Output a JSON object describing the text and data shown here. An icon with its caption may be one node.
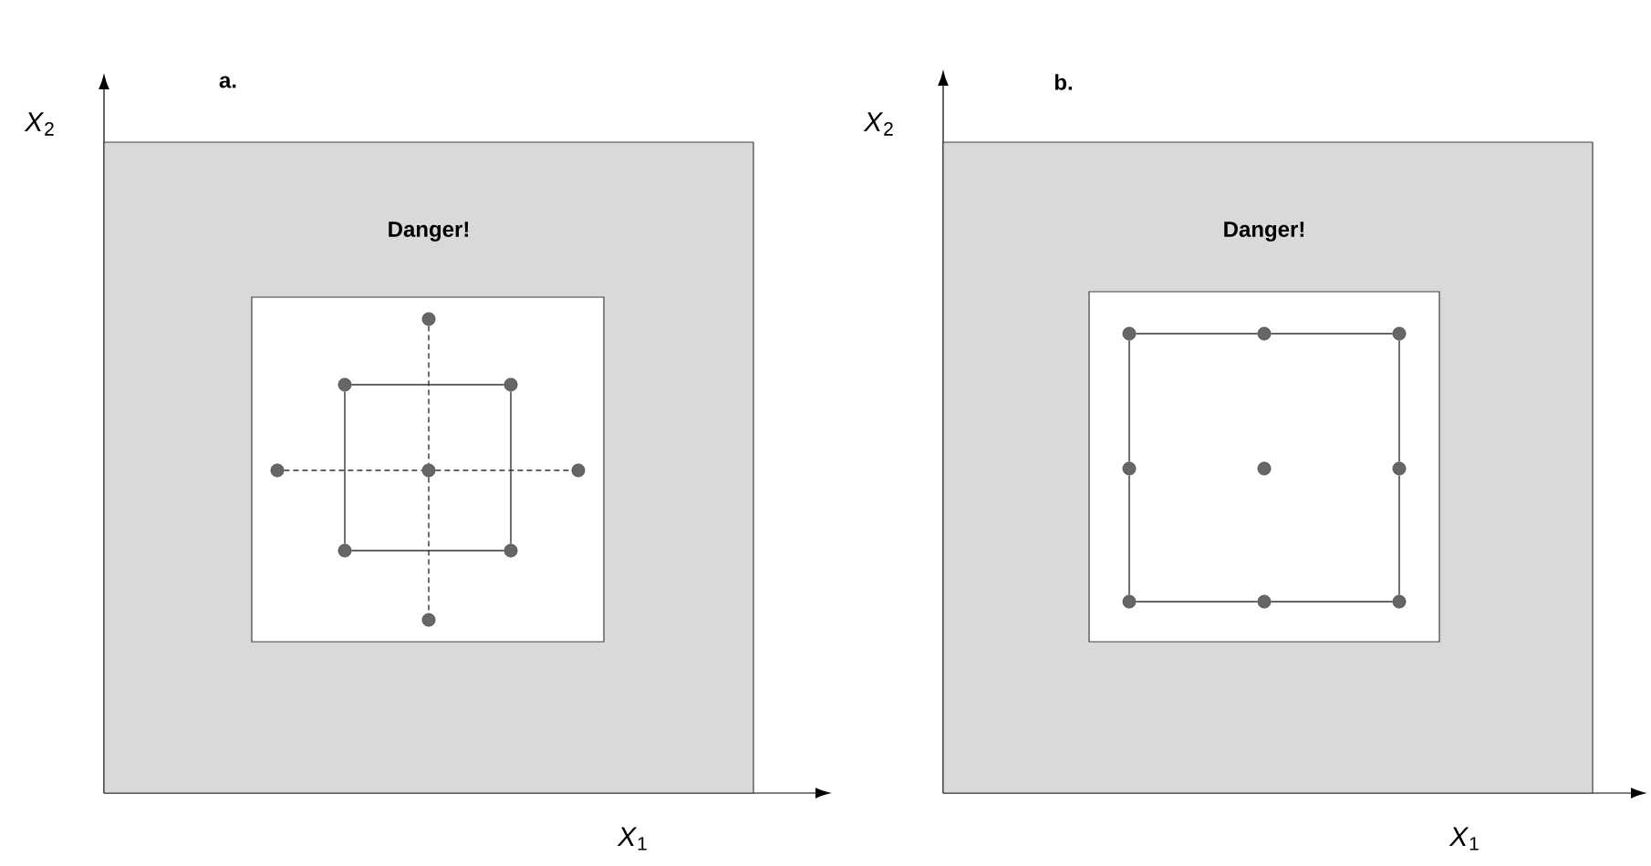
{
  "diagram": {
    "nodes": [
      {
        "text": [
          "Danger!"
        ]
      },
      {
        "text": [],
        "shape": "box",
        "in": 0
      },
      {
        "text": [],
        "shape": "circle",
        "in": 1
      },
      {
        "text": [],
        "shape": "circle",
        "in": 1
      },
      {
        "text": [],
        "shape": "circle",
        "in": 1
      },
      {
        "text": [],
        "shape": "circle",
        "in": 1
      },
      {
        "text": [],
        "shape": "circle",
        "in": 1
      },
      {
        "text": [],
        "shape": "circle",
        "in": 1
      },
      {
        "text": [],
        "shape": "circle",
        "in": 1
      },
      {
        "text": [],
        "shape": "circle",
        "in": 1
      },
      {
        "text": [],
        "shape": "circle",
        "in": 1
      },
      {
        "text": [
          "Danger!"
        ]
      },
      {
        "text": [],
        "shape": "box",
        "in": 11
      },
      {
        "text": [],
        "shape": "circle",
        "in": 12
      },
      {
        "text": [],
        "shape": "circle",
        "in": 12
      },
      {
        "text": [],
        "shape": "circle",
        "in": 12
      },
      {
        "text": [],
        "shape": "circle",
        "in": 12
      },
      {
        "text": [],
        "shape": "circle",
        "in": 12
      },
      {
        "text": [],
        "shape": "circle",
        "in": 12
      },
      {
        "text": [],
        "shape": "circle",
        "in": 12
      },
      {
        "text": [],
        "shape": "circle",
        "in": 12
      },
      {
        "text": [],
        "shape": "circle",
        "in": 12
      }
    ],
    "edges": [
      {
        "from": 3,
        "to": 4,
        "arrow": "none"
      },
      {
        "from": 4,
        "to": 9,
        "arrow": "none"
      },
      {
        "from": 9,
        "to": 8,
        "arrow": "none"
      },
      {
        "from": 8,
        "to": 3,
        "arrow": "none"
      },
      {
        "from": 2,
        "to": 6,
        "arrow": "none",
        "style": "dashed"
      },
      {
        "from": 6,
        "to": 10,
        "arrow": "none",
        "style": "dashed"
      },
      {
        "from": 5,
        "to": 6,
        "arrow": "none",
        "style": "dashed"
      },
      {
        "from": 6,
        "to": 7,
        "arrow": "none",
        "style": "dashed"
      },
      {
        "from": 13,
        "to": 14,
        "arrow": "none"
      },
      {
        "from": 14,
        "to": 15,
        "arrow": "none"
      },
      {
        "from": 15,
        "to": 18,
        "arrow": "none"
      },
      {
        "from": 18,
        "to": 21,
        "arrow": "none"
      },
      {
        "from": 21,
        "to": 20,
        "arrow": "none"
      },
      {
        "from": 20,
        "to": 19,
        "arrow": "none"
      },
      {
        "from": 19,
        "to": 16,
        "arrow": "none"
      },
      {
        "from": 16,
        "to": 13,
        "arrow": "none"
      }
    ],
    "labels": [
      "a.",
      "b.",
      "*X*$_{2}$",
      "*X*$_{2}$",
      "*X*$_{1}$",
      "*X*$_{1}$"
    ]
  }
}
